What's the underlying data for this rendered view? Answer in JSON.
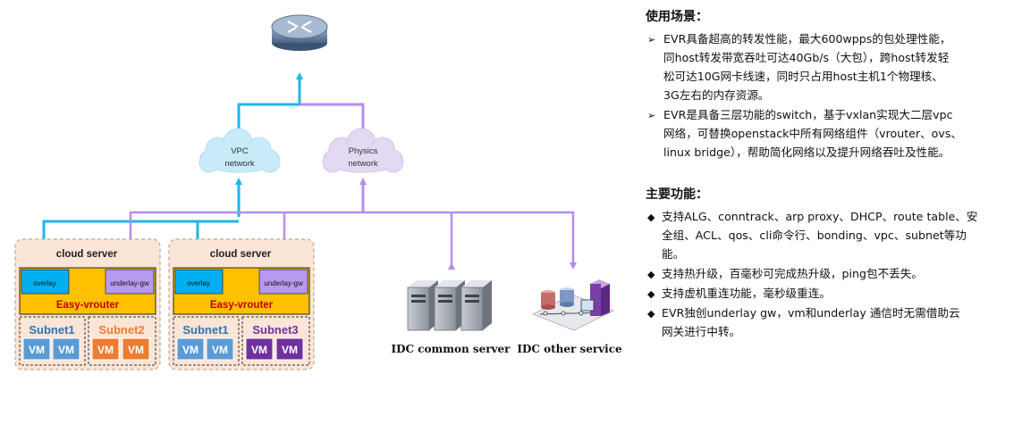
{
  "diagram": {
    "router": {
      "icon": "router-icon"
    },
    "clouds": [
      {
        "line1": "VPC",
        "line2": "network",
        "color": "#c9ebf9"
      },
      {
        "line1": "Physics",
        "line2": "network",
        "color": "#e3d9f3"
      }
    ],
    "servers": [
      {
        "title": "cloud server",
        "overlay": "overlay",
        "underlay": "underlay-gw",
        "router": "Easy-vrouter",
        "subnets": [
          {
            "name": "Subnet1",
            "vms": [
              "VM",
              "VM"
            ],
            "color": "#5b9bd5",
            "text_color": "#2e75b6"
          },
          {
            "name": "Subnet2",
            "vms": [
              "VM",
              "VM"
            ],
            "color": "#ed7d31",
            "text_color": "#ed7d31"
          }
        ]
      },
      {
        "title": "cloud server",
        "overlay": "overlay",
        "underlay": "underlay-gw",
        "router": "Easy-vrouter",
        "subnets": [
          {
            "name": "Subnet1",
            "vms": [
              "VM",
              "VM"
            ],
            "color": "#5b9bd5",
            "text_color": "#2e75b6"
          },
          {
            "name": "Subnet3",
            "vms": [
              "VM",
              "VM"
            ],
            "color": "#7030a0",
            "text_color": "#7030a0"
          }
        ]
      }
    ],
    "idc": [
      {
        "label": "IDC common server",
        "icon": "server-rack-icon"
      },
      {
        "label": "IDC other service",
        "icon": "datacenter-icon"
      }
    ],
    "colors": {
      "vpc_line": "#1fb6e8",
      "physics_line": "#b68cf0",
      "router_box": "#ffc000",
      "server_bg": "#fbe5d6"
    }
  },
  "panel": {
    "section1": {
      "title": "使用场景：",
      "items": [
        [
          "EVR具备超高的转发性能，最大600wpps的包处理性能，",
          "同host转发带宽吞吐可达40Gb/s（大包），跨host转发轻",
          "松可达10G网卡线速，同时只占用host主机1个物理核、",
          "3G左右的内存资源。"
        ],
        [
          "EVR是具备三层功能的switch，基于vxlan实现大二层vpc",
          "网络，可替换openstack中所有网络组件（vrouter、ovs、",
          "linux bridge），帮助简化网络以及提升网络吞吐及性能。"
        ]
      ]
    },
    "section2": {
      "title": "主要功能：",
      "items": [
        [
          "支持ALG、conntrack、arp proxy、DHCP、route table、安",
          "全组、ACL、qos、cli命令行、bonding、vpc、subnet等功",
          "能。"
        ],
        [
          "支持热升级，百毫秒可完成热升级，ping包不丢失。"
        ],
        [
          "支持虚机重连功能，毫秒级重连。"
        ],
        [
          "EVR独创underlay gw，vm和underlay 通信时无需借助云",
          "网关进行中转。"
        ]
      ]
    }
  }
}
